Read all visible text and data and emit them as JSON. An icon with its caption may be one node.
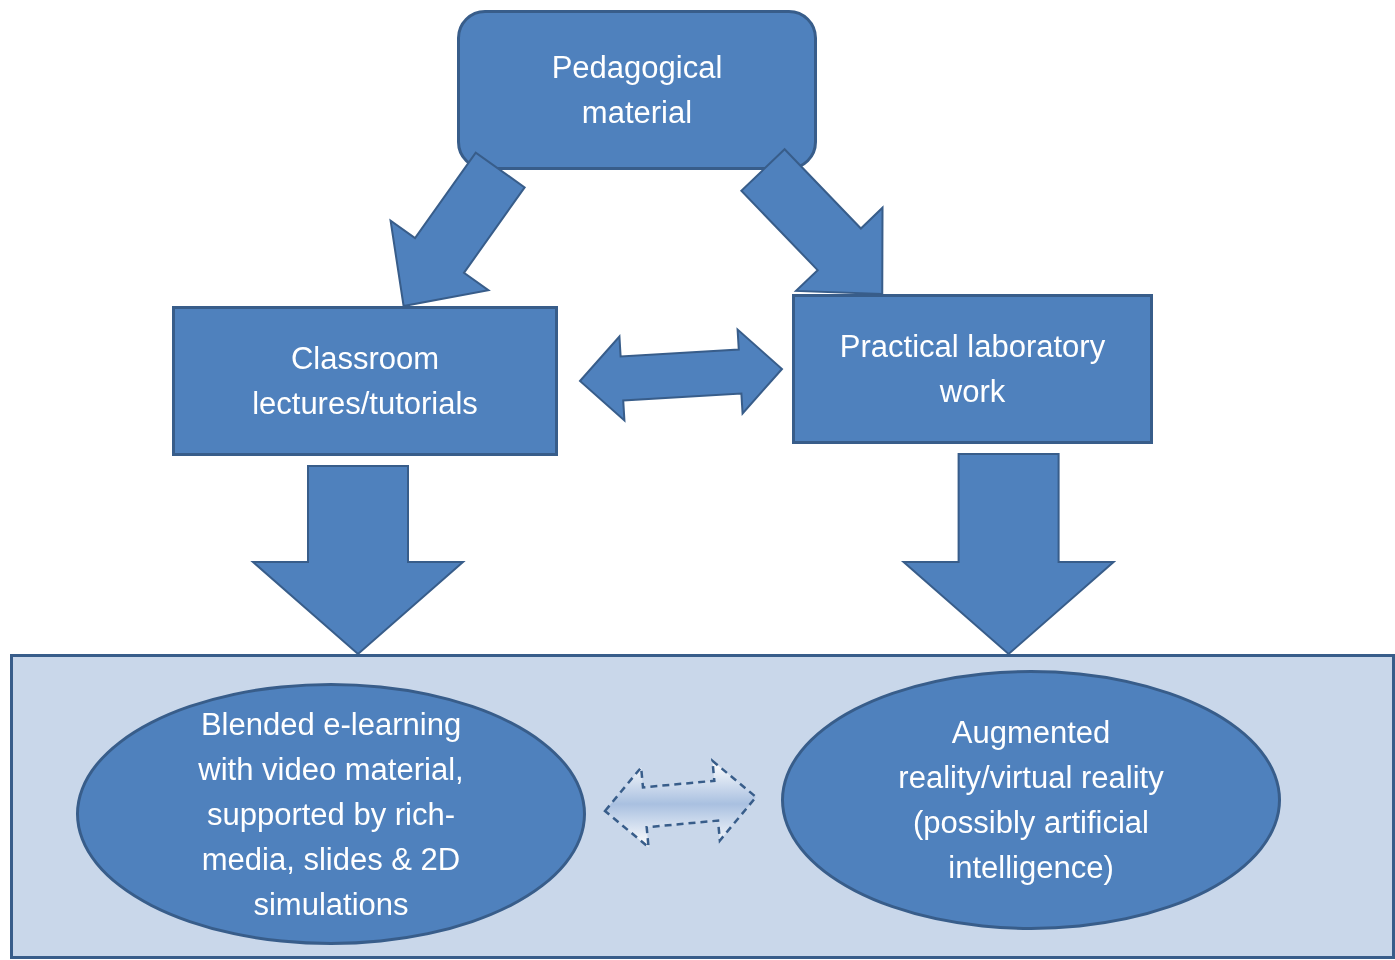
{
  "diagram": {
    "nodes": [
      {
        "text": [
          "Pedagogical material"
        ]
      },
      {
        "text": [
          "Classroom lectures/tutorials"
        ]
      },
      {
        "text": [
          "Practical laboratory work"
        ]
      },
      {
        "text": [],
        "shape": "box"
      },
      {
        "text": [
          "Blended e-learning with video material, supported by rich-media, slides & 2D simulations"
        ],
        "in": 3
      },
      {
        "text": [
          "Augmented reality/virtual reality (possibly artificial intelligence)"
        ],
        "in": 3
      }
    ],
    "edges": [
      {
        "from": 0,
        "to": 1,
        "arrow": "to"
      },
      {
        "from": 0,
        "to": 2,
        "arrow": "to"
      },
      {
        "from": 1,
        "to": 2,
        "arrow": "both"
      },
      {
        "from": 1,
        "to": 3,
        "arrow": "to"
      },
      {
        "from": 2,
        "to": 3,
        "arrow": "to"
      },
      {
        "from": 4,
        "to": 5,
        "arrow": "both",
        "style": "dashed"
      }
    ]
  }
}
